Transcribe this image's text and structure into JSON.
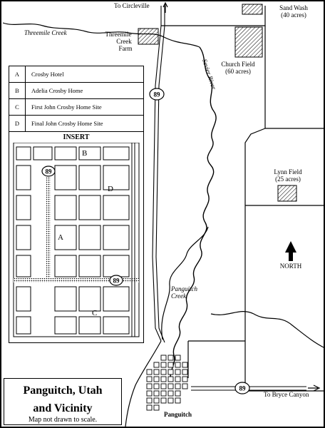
{
  "title": {
    "main_line1": "Panguitch, Utah",
    "main_line2": "and Vicinity",
    "subtitle": "Map not drawn to scale."
  },
  "legend": {
    "items": [
      {
        "key": "A",
        "label": "Crosby Hotel"
      },
      {
        "key": "B",
        "label": "Adelia Crosby Home"
      },
      {
        "key": "C",
        "label": "First John Crosby Home Site"
      },
      {
        "key": "D",
        "label": "Final John Crosby Home Site"
      }
    ]
  },
  "insert": {
    "title": "INSERT",
    "highway_label_1": "89",
    "highway_label_2": "89",
    "markers": {
      "A": "A",
      "B": "B",
      "C": "C",
      "D": "D"
    }
  },
  "labels": {
    "to_circleville": "To Circleville",
    "threemile_creek": "Threemile Creek",
    "threemile_farm_1": "Threemile",
    "threemile_farm_2": "Creek",
    "threemile_farm_3": "Farm",
    "sand_wash_1": "Sand Wash",
    "sand_wash_2": "(40 acres)",
    "church_field_1": "Church Field",
    "church_field_2": "(60 acres)",
    "sevier_river": "Sevier River",
    "highway_89_north": "89",
    "lynn_field_1": "Lynn Field",
    "lynn_field_2": "(25 acres)",
    "north": "NORTH",
    "panguitch_creek_1": "Panguitch",
    "panguitch_creek_2": "Creek",
    "highway_89_east": "89",
    "to_bryce": "To Bryce Canyon",
    "panguitch_town": "Panguitch"
  }
}
